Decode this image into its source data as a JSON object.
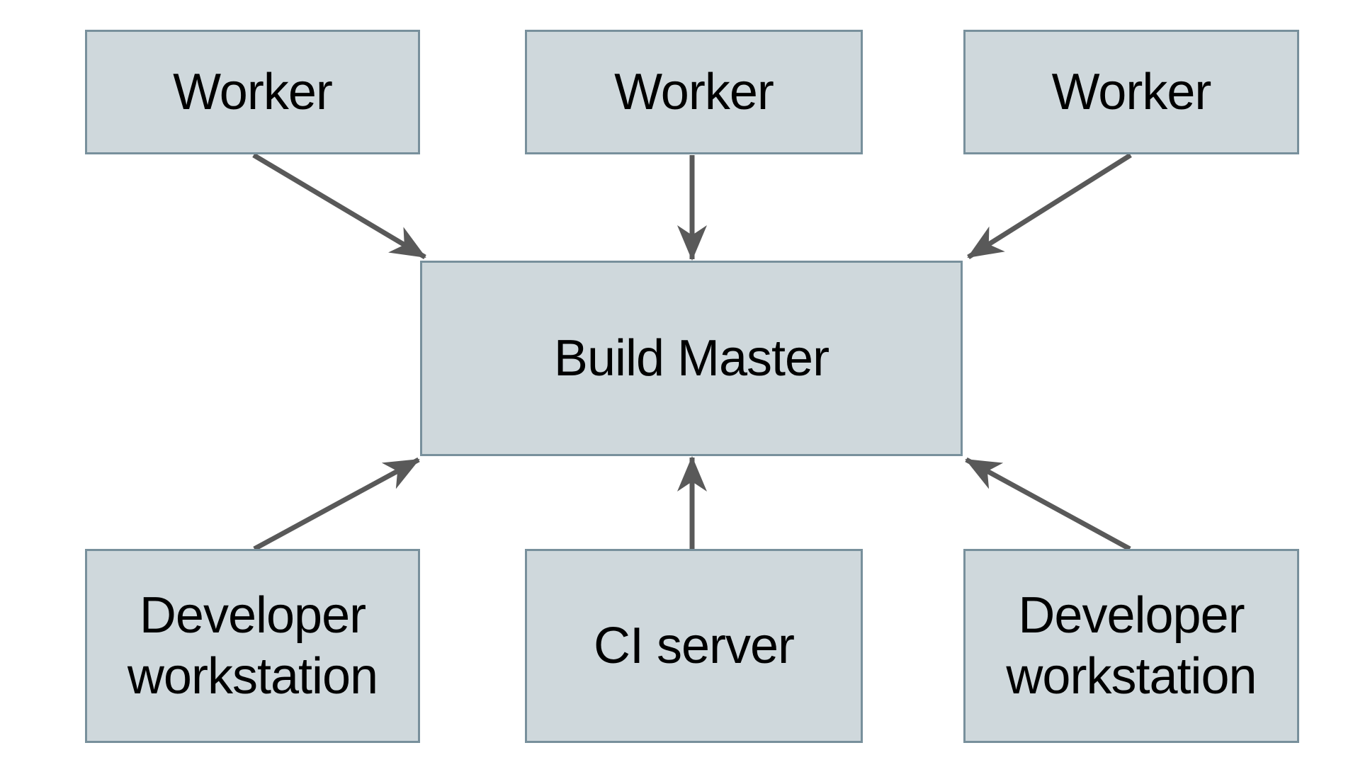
{
  "diagram": {
    "colors": {
      "background": "#ffffff",
      "node_fill": "#cfd8dc",
      "node_border": "#78909c",
      "arrow": "#595959",
      "text": "#000000"
    },
    "nodes": [
      {
        "id": "worker-1",
        "label": "Worker"
      },
      {
        "id": "worker-2",
        "label": "Worker"
      },
      {
        "id": "worker-3",
        "label": "Worker"
      },
      {
        "id": "build-master",
        "label": "Build Master"
      },
      {
        "id": "developer-workstation-left",
        "label": "Developer workstation"
      },
      {
        "id": "ci-server",
        "label": "CI server"
      },
      {
        "id": "developer-workstation-right",
        "label": "Developer workstation"
      }
    ],
    "edges": [
      {
        "from": "worker-1",
        "to": "build-master"
      },
      {
        "from": "worker-2",
        "to": "build-master"
      },
      {
        "from": "worker-3",
        "to": "build-master"
      },
      {
        "from": "developer-workstation-left",
        "to": "build-master"
      },
      {
        "from": "ci-server",
        "to": "build-master"
      },
      {
        "from": "developer-workstation-right",
        "to": "build-master"
      }
    ]
  }
}
